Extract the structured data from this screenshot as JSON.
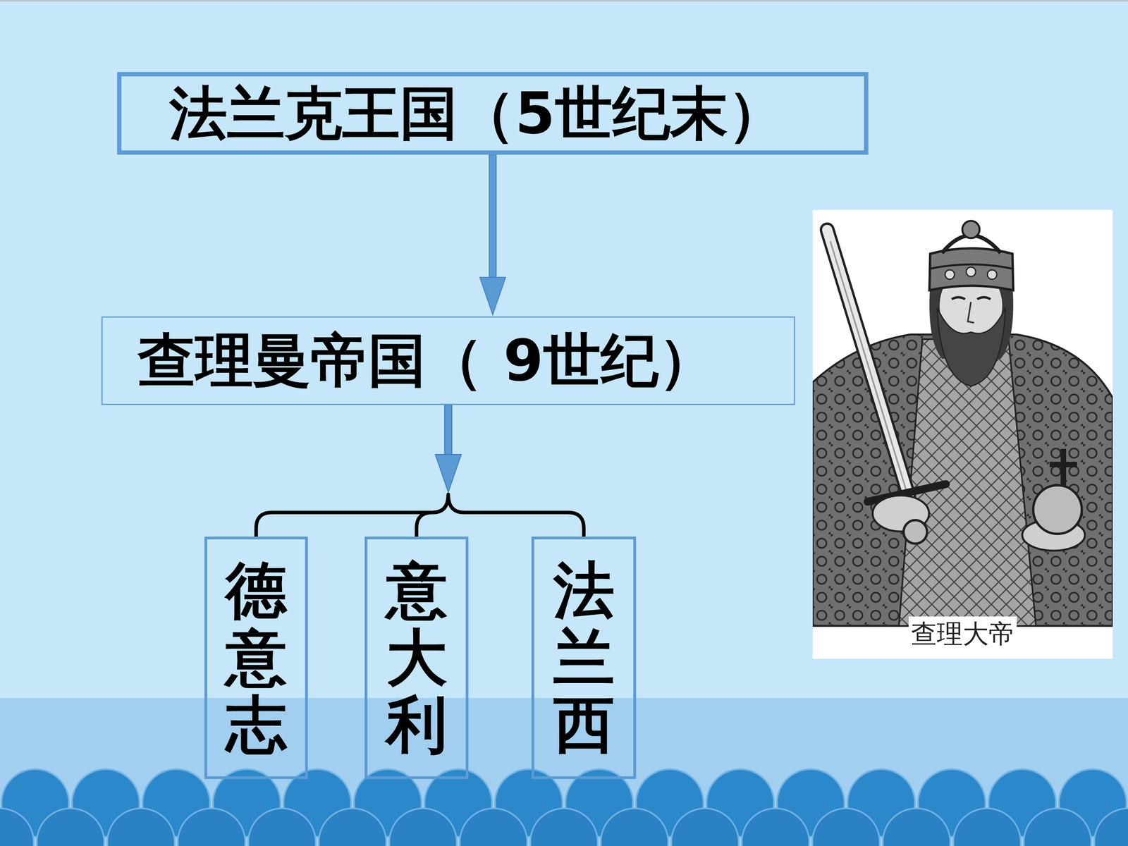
{
  "diagram": {
    "nodes": [
      {
        "text": [
          "法兰克王国（5世纪末）"
        ]
      },
      {
        "text": [
          "查理曼帝国（ 9世纪）"
        ]
      },
      {
        "text": [
          "德意志"
        ]
      },
      {
        "text": [
          "意大利"
        ]
      },
      {
        "text": [
          "法兰西"
        ]
      },
      {
        "text": [
          "查理大帝"
        ]
      }
    ],
    "edges": [
      {
        "from": 0,
        "to": 1,
        "arrow": "to"
      },
      {
        "from": 1,
        "to": 2,
        "arrow": "to"
      },
      {
        "from": 1,
        "to": 3,
        "arrow": "to"
      },
      {
        "from": 1,
        "to": 4,
        "arrow": "to"
      }
    ]
  }
}
